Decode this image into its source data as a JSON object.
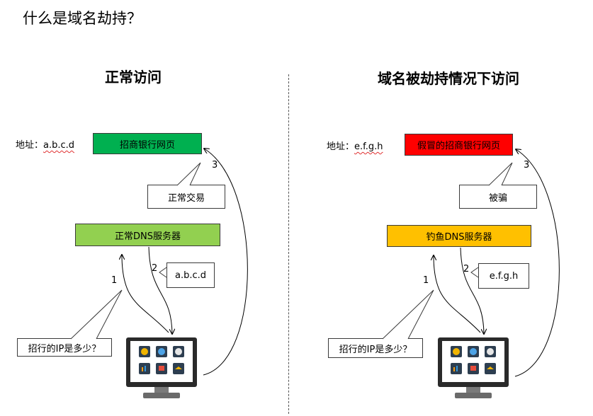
{
  "page_title": "什么是域名劫持？",
  "left": {
    "title": "正常访问",
    "address_label": "地址：",
    "address_value": "a.b.c.d",
    "bank_page": "招商银行网页",
    "dns_server": "正常DNS服务器",
    "callout_trade": "正常交易",
    "callout_reply": "a.b.c.d",
    "callout_query": "招行的IP是多少？",
    "step1": "1",
    "step2": "2",
    "step3": "3"
  },
  "right": {
    "title": "域名被劫持情况下访问",
    "address_label": "地址：",
    "address_value": "e.f.g.h",
    "bank_page": "假冒的招商银行网页",
    "dns_server": "钓鱼DNS服务器",
    "callout_trade": "被骗",
    "callout_reply": "e.f.g.h",
    "callout_query": "招行的IP是多少？",
    "step1": "1",
    "step2": "2",
    "step3": "3"
  },
  "colors": {
    "bank_page_left": "#00b050",
    "bank_page_right": "#ff0000",
    "dns_left": "#92d050",
    "dns_right": "#ffc000"
  },
  "icons": [
    "monitor-icon",
    "app-tile-icons"
  ]
}
